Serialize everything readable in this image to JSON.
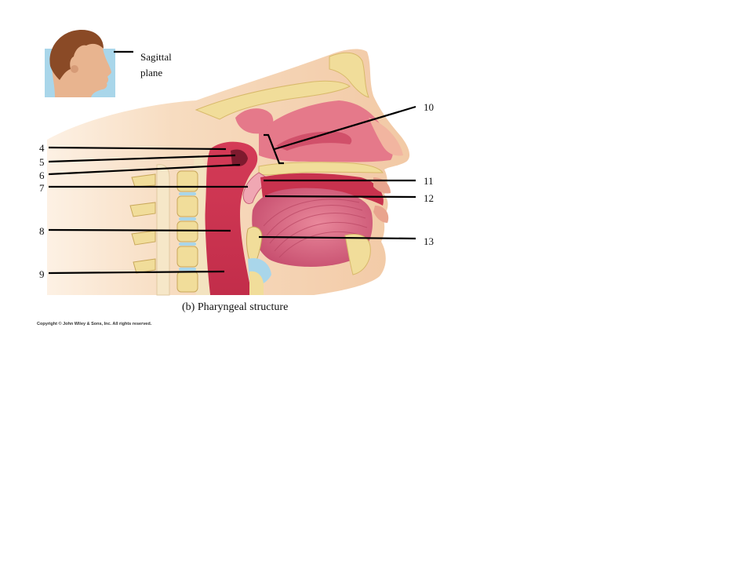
{
  "inset": {
    "label_line1": "Sagittal",
    "label_line2": "plane"
  },
  "labels": {
    "l4": "4",
    "l5": "5",
    "l6": "6",
    "l7": "7",
    "l8": "8",
    "l9": "9",
    "l10": "10",
    "l11": "11",
    "l12": "12",
    "l13": "13"
  },
  "caption": "(b) Pharyngeal structure",
  "copyright": "Copyright © John Wiley & Sons, Inc. All rights reserved.",
  "colors": {
    "background": "#ffffff",
    "skin": "#f6d4b0",
    "bone": "#f1dd9a",
    "mucosa": "#e5798a",
    "airway": "#c8324e",
    "tongue": "#d9667e",
    "inset_bg": "#a9d6ea"
  }
}
